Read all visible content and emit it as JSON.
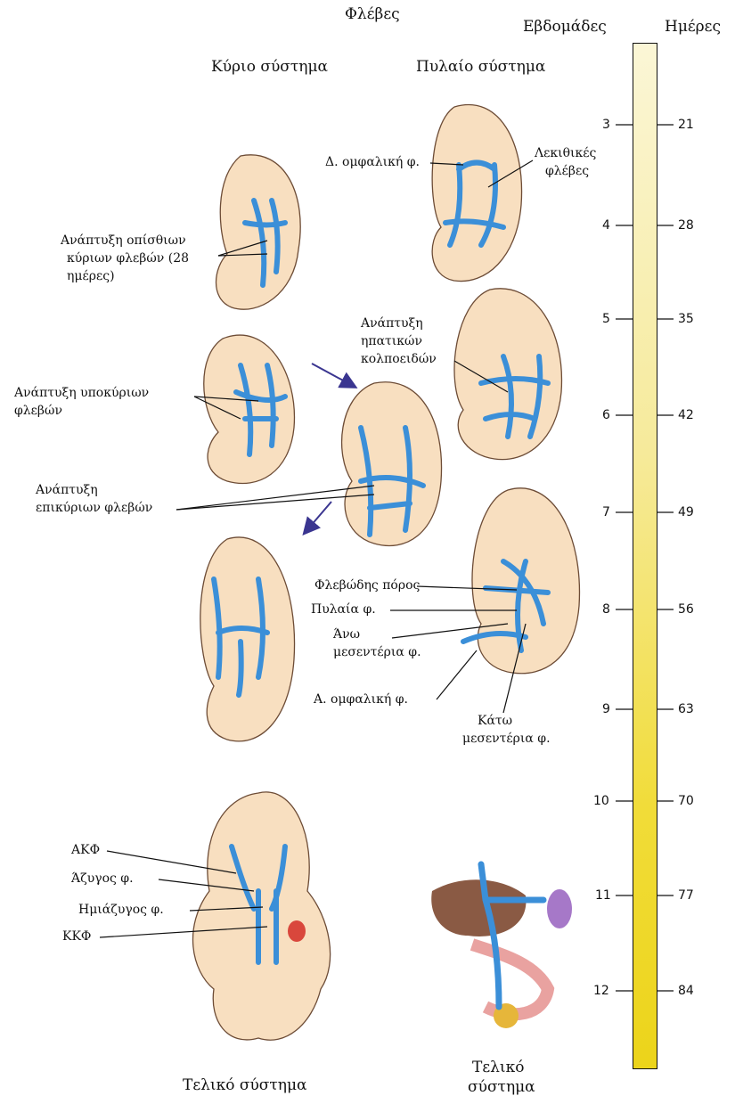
{
  "header": {
    "veins_title": "Φλέβες",
    "weeks_title": "Εβδομάδες",
    "days_title": "Ημέρες",
    "main_system": "Κύριο σύστημα",
    "portal_system": "Πυλαίο σύστημα"
  },
  "timeline": {
    "weeks": [
      "3",
      "4",
      "5",
      "6",
      "7",
      "8",
      "9",
      "10",
      "11",
      "12"
    ],
    "days": [
      "21",
      "28",
      "35",
      "42",
      "49",
      "56",
      "63",
      "70",
      "77",
      "84"
    ]
  },
  "labels": {
    "right_umbilical": "Δ. ομφαλική φ.",
    "vitelline_1": "Λεκιθικές",
    "vitelline_2": "φλέβες",
    "posterior_cardinal_1": "Ανάπτυξη οπίσθιων",
    "posterior_cardinal_2": "κύριων φλεβών (28",
    "posterior_cardinal_3": "ημέρες)",
    "hepatic_sinusoids_1": "Ανάπτυξη",
    "hepatic_sinusoids_2": "ηπατικών",
    "hepatic_sinusoids_3": "κολποειδών",
    "subcardinal_1": "Ανάπτυξη υποκύριων",
    "subcardinal_2": "φλεβών",
    "supracardinal_1": "Ανάπτυξη",
    "supracardinal_2": "επικύριων φλεβών",
    "ductus_venosus": "Φλεβώδης πόρος",
    "portal_vein": "Πυλαία φ.",
    "superior_mesenteric_1": "Άνω",
    "superior_mesenteric_2": "μεσεντέρια φ.",
    "left_umbilical": "Α. ομφαλική φ.",
    "inferior_mesenteric_1": "Κάτω",
    "inferior_mesenteric_2": "μεσεντέρια φ.",
    "svc": "ΑΚΦ",
    "azygos": "Άζυγος φ.",
    "hemiazygos": "Ημιάζυγος φ.",
    "ivc": "ΚΚΦ",
    "final_system_left": "Τελικό σύστημα",
    "final_system_right_1": "Τελικό",
    "final_system_right_2": "σύστημα"
  },
  "colors": {
    "vein_blue": "#3b8fd8",
    "skin": "#f8dfc0",
    "liver": "#8a5a44",
    "spleen": "#a678c8",
    "intestine": "#e9a2a0",
    "gallbladder": "#e6b63a",
    "heart": "#d9473c",
    "arrow": "#3a3590",
    "bar_top": "#fbf6d6",
    "bar_bottom": "#ecd41a"
  }
}
